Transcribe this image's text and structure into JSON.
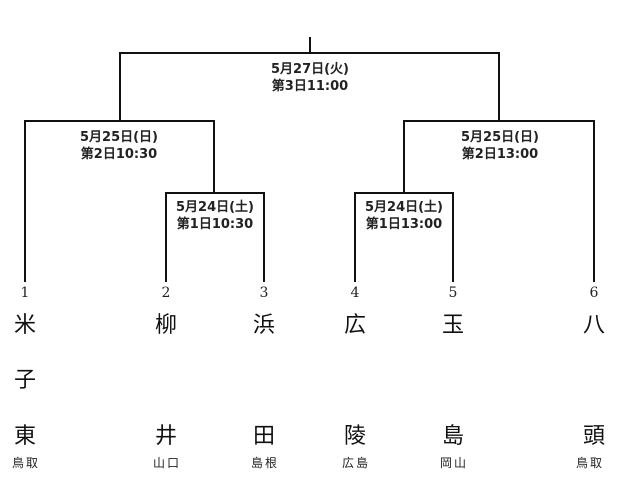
{
  "matches": [
    {
      "id": "final",
      "date": "5月27日(火)",
      "session": "第3日11:00"
    },
    {
      "id": "semi-left",
      "date": "5月25日(日)",
      "session": "第2日10:30"
    },
    {
      "id": "semi-right",
      "date": "5月25日(日)",
      "session": "第2日13:00"
    },
    {
      "id": "qf-left",
      "date": "5月24日(土)",
      "session": "第1日10:30"
    },
    {
      "id": "qf-right",
      "date": "5月24日(土)",
      "session": "第1日13:00"
    }
  ],
  "teams": [
    {
      "seed": "1",
      "name": [
        "米",
        "子",
        "東"
      ],
      "prefecture": "鳥取"
    },
    {
      "seed": "2",
      "name": [
        "柳",
        "",
        "井"
      ],
      "prefecture": "山口"
    },
    {
      "seed": "3",
      "name": [
        "浜",
        "",
        "田"
      ],
      "prefecture": "島根"
    },
    {
      "seed": "4",
      "name": [
        "広",
        "",
        "陵"
      ],
      "prefecture": "広島"
    },
    {
      "seed": "5",
      "name": [
        "玉",
        "",
        "島"
      ],
      "prefecture": "岡山"
    },
    {
      "seed": "6",
      "name": [
        "八",
        "",
        "頭"
      ],
      "prefecture": "鳥取"
    }
  ]
}
